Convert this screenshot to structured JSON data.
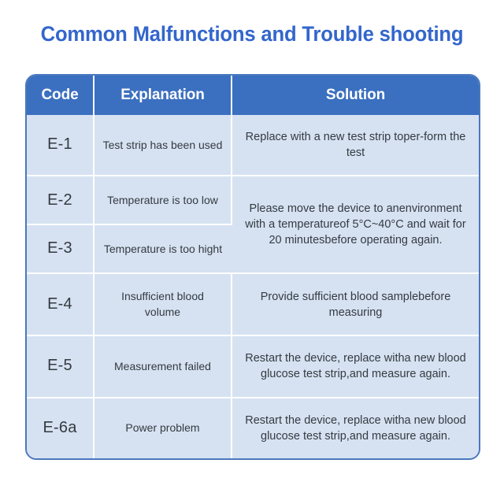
{
  "page": {
    "title": "Common Malfunctions and Trouble shooting",
    "background_color": "#ffffff",
    "title_color": "#3366cc"
  },
  "table": {
    "header_bg": "#3b6fc0",
    "header_text_color": "#ffffff",
    "cell_bg": "#d6e2f2",
    "cell_text_color": "#343a40",
    "border_color": "#4a78bd",
    "columns": [
      {
        "key": "code",
        "label": "Code"
      },
      {
        "key": "explanation",
        "label": "Explanation"
      },
      {
        "key": "solution",
        "label": "Solution"
      }
    ],
    "rows": [
      {
        "code": "E-1",
        "explanation": "Test strip has been used",
        "solution": "Replace with a new test strip toper-form the test",
        "solution_rowspan": 1
      },
      {
        "code": "E-2",
        "explanation": "Temperature is too low",
        "solution": "Please move the device to anenvironment with a temperatureof 5°C~40°C and wait for 20 minutesbefore operating again.",
        "solution_rowspan": 2
      },
      {
        "code": "E-3",
        "explanation": "Temperature is too hight",
        "solution": null,
        "solution_rowspan": 0
      },
      {
        "code": "E-4",
        "explanation": "Insufficient blood volume",
        "solution": "Provide sufficient blood samplebefore measuring",
        "solution_rowspan": 1
      },
      {
        "code": "E-5",
        "explanation": "Measurement failed",
        "solution": "Restart the device, replace witha new blood glucose test strip,and measure again.",
        "solution_rowspan": 1
      },
      {
        "code": "E-6a",
        "explanation": "Power problem",
        "solution": "Restart the device, replace witha new blood glucose test strip,and measure again.",
        "solution_rowspan": 1
      }
    ]
  }
}
